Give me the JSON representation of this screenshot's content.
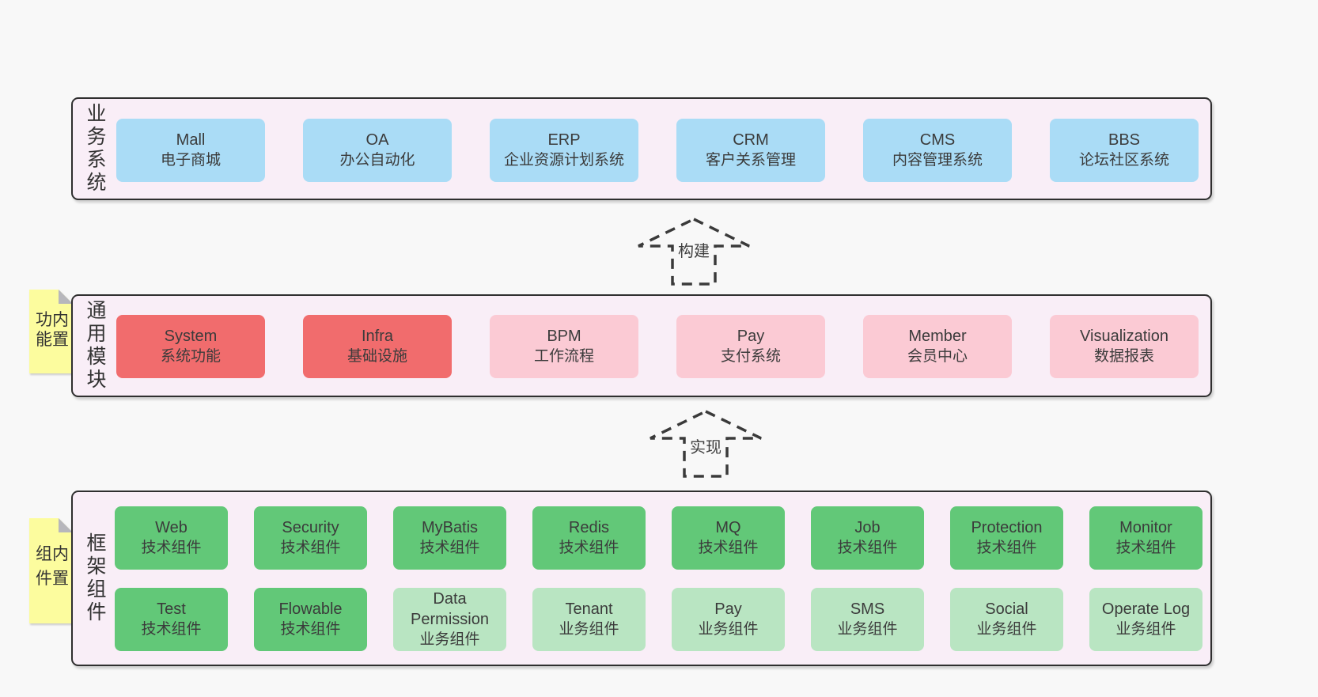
{
  "colors": {
    "page_bg": "#f8f8f8",
    "container_bg": "#f9eef7",
    "container_border": "#2f2f2f",
    "blue_box": "#aadcf6",
    "red_box": "#f16c6d",
    "pink_box": "#fbcad4",
    "green_box": "#62c878",
    "light_green_box": "#b9e5c2",
    "sticky_yellow": "#fcfc9e",
    "text": "#3b3b3b"
  },
  "sections": [
    {
      "label": "业务系统",
      "boxes": [
        {
          "title": "Mall",
          "subtitle": "电子商城"
        },
        {
          "title": "OA",
          "subtitle": "办公自动化"
        },
        {
          "title": "ERP",
          "subtitle": "企业资源计划系统"
        },
        {
          "title": "CRM",
          "subtitle": "客户关系管理"
        },
        {
          "title": "CMS",
          "subtitle": "内容管理系统"
        },
        {
          "title": "BBS",
          "subtitle": "论坛社区系统"
        }
      ]
    },
    {
      "label": "通用模块",
      "sticky": "内置功能",
      "boxes": [
        {
          "title": "System",
          "subtitle": "系统功能"
        },
        {
          "title": "Infra",
          "subtitle": "基础设施"
        },
        {
          "title": "BPM",
          "subtitle": "工作流程"
        },
        {
          "title": "Pay",
          "subtitle": "支付系统"
        },
        {
          "title": "Member",
          "subtitle": "会员中心"
        },
        {
          "title": "Visualization",
          "subtitle": "数据报表"
        }
      ]
    },
    {
      "label": "框架组件",
      "sticky": "内置组件",
      "rows": [
        [
          {
            "title": "Web",
            "subtitle": "技术组件"
          },
          {
            "title": "Security",
            "subtitle": "技术组件"
          },
          {
            "title": "MyBatis",
            "subtitle": "技术组件"
          },
          {
            "title": "Redis",
            "subtitle": "技术组件"
          },
          {
            "title": "MQ",
            "subtitle": "技术组件"
          },
          {
            "title": "Job",
            "subtitle": "技术组件"
          },
          {
            "title": "Protection",
            "subtitle": "技术组件"
          },
          {
            "title": "Monitor",
            "subtitle": "技术组件"
          }
        ],
        [
          {
            "title": "Test",
            "subtitle": "技术组件"
          },
          {
            "title": "Flowable",
            "subtitle": "技术组件"
          },
          {
            "title": "Data Permission",
            "subtitle": "业务组件"
          },
          {
            "title": "Tenant",
            "subtitle": "业务组件"
          },
          {
            "title": "Pay",
            "subtitle": "业务组件"
          },
          {
            "title": "SMS",
            "subtitle": "业务组件"
          },
          {
            "title": "Social",
            "subtitle": "业务组件"
          },
          {
            "title": "Operate Log",
            "subtitle": "业务组件"
          }
        ]
      ]
    }
  ],
  "arrows": [
    {
      "label": "构建"
    },
    {
      "label": "实现"
    }
  ]
}
